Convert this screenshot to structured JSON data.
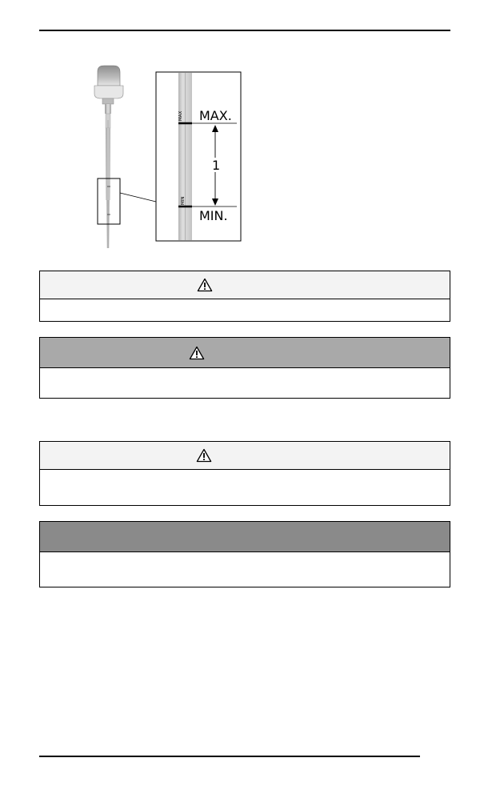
{
  "figure": {
    "max_label": "MAX.",
    "min_label": "MIN.",
    "range_label": "1",
    "stick_max_mark": "MAX",
    "stick_min_mark": "MIN"
  },
  "notices": [
    {
      "header_bg": "#f3f3f3",
      "icon": "warning-triangle-icon"
    },
    {
      "header_bg": "#a9a9a9",
      "icon": "warning-triangle-icon"
    },
    {
      "header_bg": "#f3f3f3",
      "icon": "warning-triangle-icon"
    },
    {
      "header_bg": "#8a8a8a",
      "icon": ""
    }
  ]
}
